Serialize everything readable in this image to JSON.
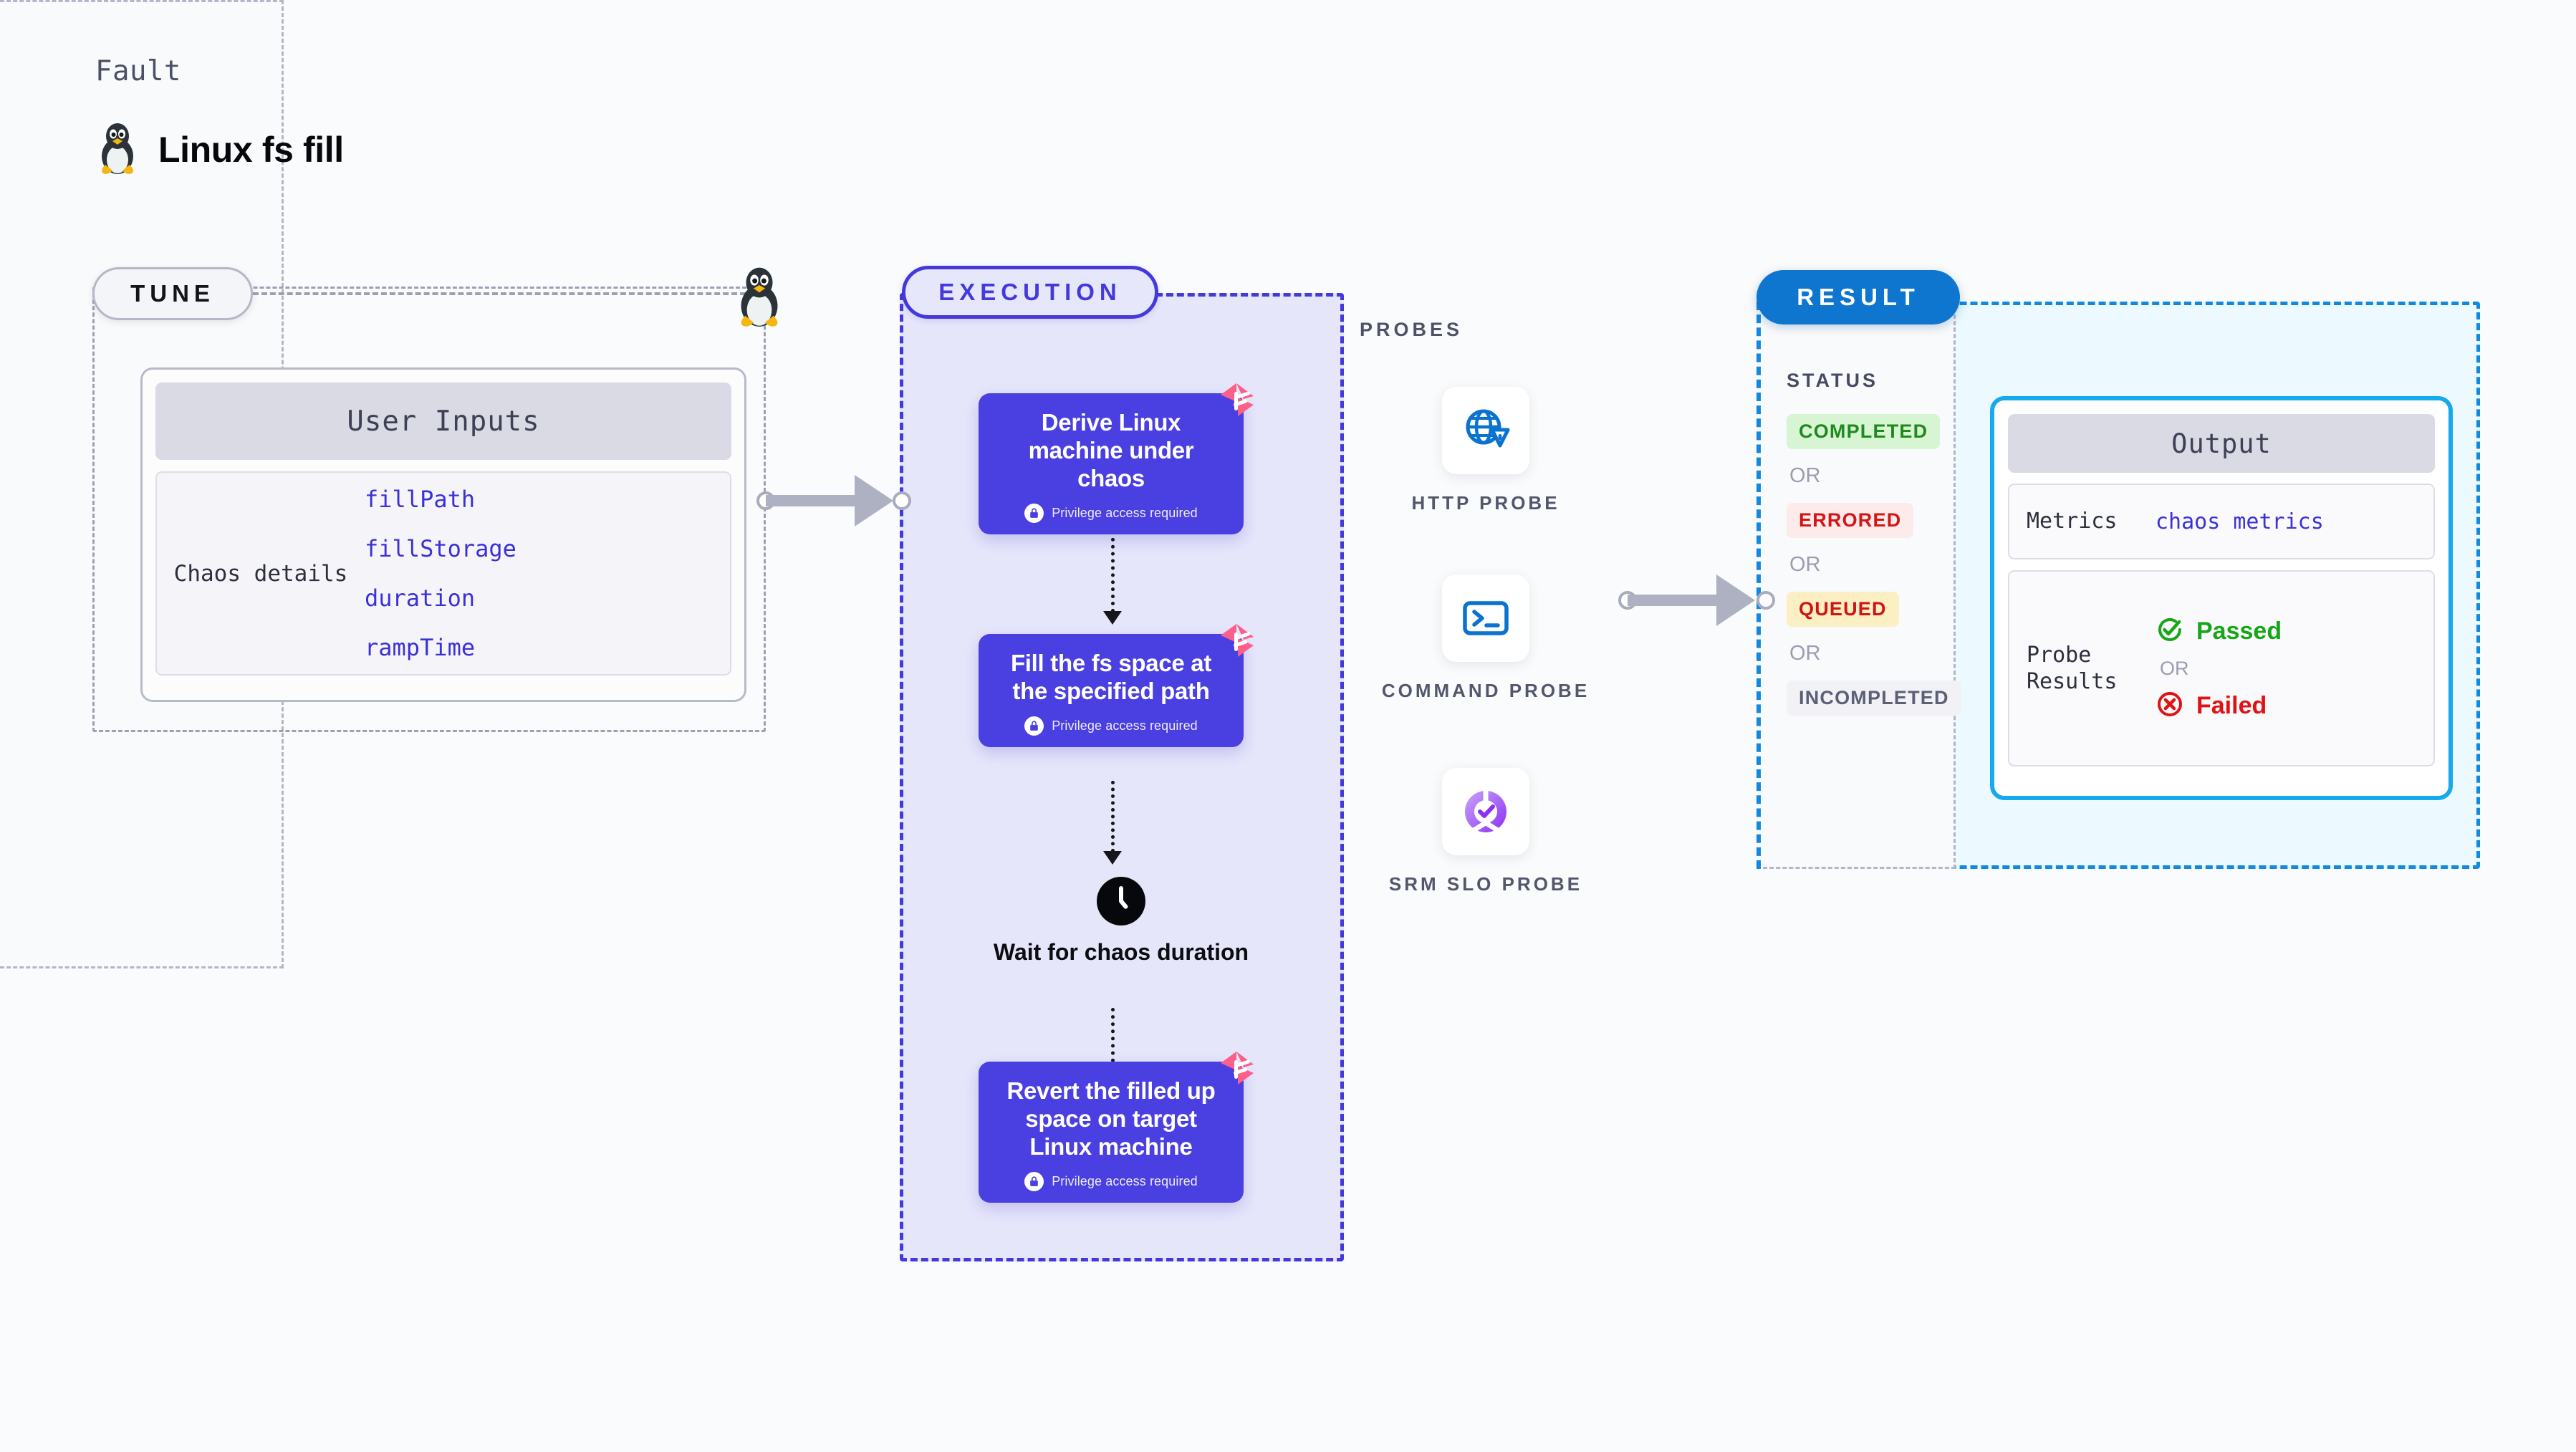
{
  "header": {
    "kicker": "Fault",
    "title": "Linux fs fill",
    "icon": "linux-penguin-icon"
  },
  "tune": {
    "pill_label": "TUNE",
    "penguin_icon": "linux-penguin-icon",
    "card": {
      "header": "User Inputs",
      "group_label": "Chaos details",
      "params": [
        "fillPath",
        "fillStorage",
        "duration",
        "rampTime"
      ]
    }
  },
  "execution": {
    "pill_label": "EXECUTION",
    "steps": [
      {
        "title": "Derive Linux machine under chaos",
        "privilege": "Privilege access required",
        "badge": "harness-logo-icon",
        "lock": "lock-icon"
      },
      {
        "title": "Fill the fs space at the specified path",
        "privilege": "Privilege access required",
        "badge": "harness-logo-icon",
        "lock": "lock-icon"
      },
      {
        "title": "Revert the filled up space on target Linux machine",
        "privilege": "Privilege access required",
        "badge": "harness-logo-icon",
        "lock": "lock-icon"
      }
    ],
    "wait": {
      "icon": "clock-icon",
      "label": "Wait for chaos duration"
    }
  },
  "probes": {
    "title": "PROBES",
    "items": [
      {
        "label": "HTTP PROBE",
        "icon": "globe-warning-icon"
      },
      {
        "label": "COMMAND PROBE",
        "icon": "terminal-icon"
      },
      {
        "label": "SRM SLO PROBE",
        "icon": "srm-slo-icon"
      }
    ]
  },
  "result": {
    "pill_label": "RESULT",
    "status_title": "STATUS",
    "or_label": "OR",
    "statuses": [
      {
        "label": "COMPLETED",
        "bg": "#d8f5d3",
        "fg": "#1f8a1f"
      },
      {
        "label": "ERRORED",
        "bg": "#fdeaea",
        "fg": "#d01616"
      },
      {
        "label": "QUEUED",
        "bg": "#fdefc4",
        "fg": "#cf1414"
      },
      {
        "label": "INCOMPLETED",
        "bg": "#f1f1f6",
        "fg": "#5c6076"
      }
    ],
    "output": {
      "header": "Output",
      "metrics_key": "Metrics",
      "metrics_value": "chaos metrics",
      "probe_results_key": "Probe Results",
      "passed": {
        "label": "Passed",
        "color": "#16a616",
        "icon": "check-circle-icon"
      },
      "failed": {
        "label": "Failed",
        "color": "#e01212",
        "icon": "x-circle-icon"
      },
      "or_label": "OR"
    }
  },
  "colors": {
    "execution_accent": "#4339dd",
    "result_accent": "#1289e0",
    "output_border": "#17a9ee",
    "harness_pink": "#fb5f8a",
    "param_blue": "#3b31d8"
  }
}
